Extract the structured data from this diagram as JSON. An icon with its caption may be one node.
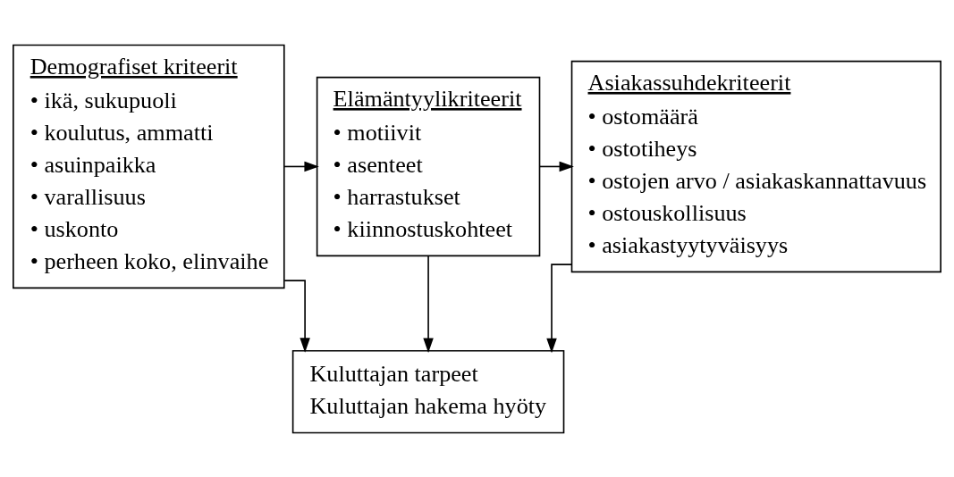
{
  "diagram": {
    "nodes": [
      {
        "text": [
          "Demografiset kriteerit",
          "• ikä, sukupuoli",
          "• koulutus, ammatti",
          "• asuinpaikka",
          "• varallisuus",
          "• uskonto",
          "• perheen koko, elinvaihe"
        ]
      },
      {
        "text": [
          "Elämäntyylikriteerit",
          "• motiivit",
          "• asenteet",
          "• harrastukset",
          "• kiinnostuskohteet"
        ]
      },
      {
        "text": [
          "Asiakassuhdekriteerit",
          "• ostomäärä",
          "• ostotiheys",
          "• ostojen arvo / asiakaskannattavuus",
          "• ostouskollisuus",
          "• asiakastyytyväisyys"
        ]
      },
      {
        "text": [
          "Kuluttajan tarpeet",
          "Kuluttajan hakema hyöty"
        ]
      }
    ],
    "edges": [
      {
        "from": 0,
        "to": 1,
        "arrow": "to"
      },
      {
        "from": 1,
        "to": 2,
        "arrow": "to"
      },
      {
        "from": 0,
        "to": 3,
        "arrow": "to"
      },
      {
        "from": 1,
        "to": 3,
        "arrow": "to"
      },
      {
        "from": 2,
        "to": 3,
        "arrow": "to"
      }
    ]
  }
}
